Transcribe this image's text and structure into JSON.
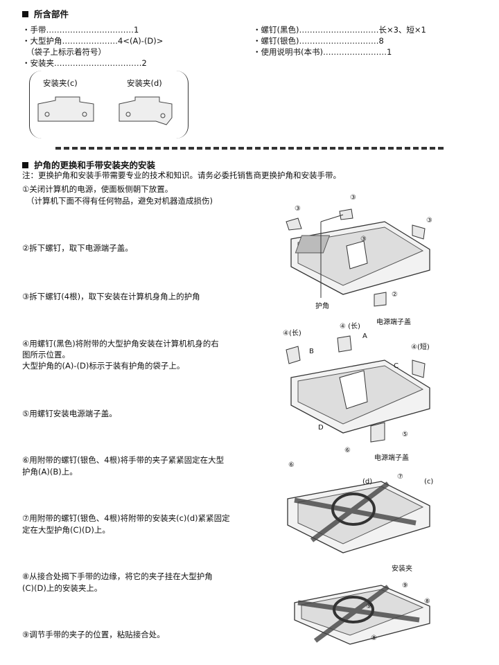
{
  "parts": {
    "title": "所含部件",
    "left": [
      "・手带……………………………1",
      "・大型护角…………………4<(A)-(D)>",
      "（袋子上标示着符号）",
      "・安装夹……………………………2"
    ],
    "right": [
      "・螺钉(黑色)…………………………长×3、短×1",
      "・螺钉(银色)…………………………8",
      "・使用说明书(本书)……………………1"
    ],
    "clip_c": "安装夹(c)",
    "clip_d": "安装夹(d)"
  },
  "install": {
    "title": "护角的更换和手带安装夹的安装",
    "note": "注：更换护角和安装手带需要专业的技术和知识。请务必委托销售商更换护角和安装手带。",
    "steps": [
      "①关闭计算机的电源，使面板侧朝下放置。",
      "（计算机下面不得有任何物品，避免对机器造成损伤)",
      "②拆下螺钉，取下电源端子盖。",
      "③拆下螺钉(4根)，取下安装在计算机身角上的护角",
      "④用螺钉(黑色)将附带的大型护角安装在计算机机身的右",
      "图所示位置。",
      "大型护角的(A)-(D)标示于装有护角的袋子上。",
      "⑤用螺钉安装电源端子盖。",
      "⑥用附带的螺钉(银色、4根)将手带的夹子紧紧固定在大型",
      "护角(A)(B)上。",
      "⑦用附带的螺钉(银色、4根)将附带的安装夹(c)(d)紧紧固定",
      "定在大型护角(C)(D)上。",
      "⑧从接合处揭下手带的边缘，将它的夹子挂在大型护角",
      "(C)(D)上的安装夹上。",
      "⑨调节手带的夹子的位置，粘贴接合处。"
    ]
  },
  "figures": {
    "fig1": {
      "n3a": "③",
      "n3b": "③",
      "n3c": "③",
      "n3d": "③",
      "corner": "护角",
      "n2": "②",
      "cover": "电源端子盖"
    },
    "fig2": {
      "long1": "④(长)",
      "long2": "④ (长)",
      "short": "④(短)",
      "a": "A",
      "b": "B",
      "c": "C",
      "d": "D",
      "n5": "⑤",
      "cover": "电源端子盖"
    },
    "fig3": {
      "n6a": "⑥",
      "n6b": "⑥",
      "n7": "⑦",
      "c": "(c)",
      "d": "(d)",
      "clip": "安装夹"
    },
    "fig4": {
      "n9a": "⑨",
      "n8a": "⑧",
      "n9b": "⑨",
      "n8b": "⑧"
    }
  }
}
